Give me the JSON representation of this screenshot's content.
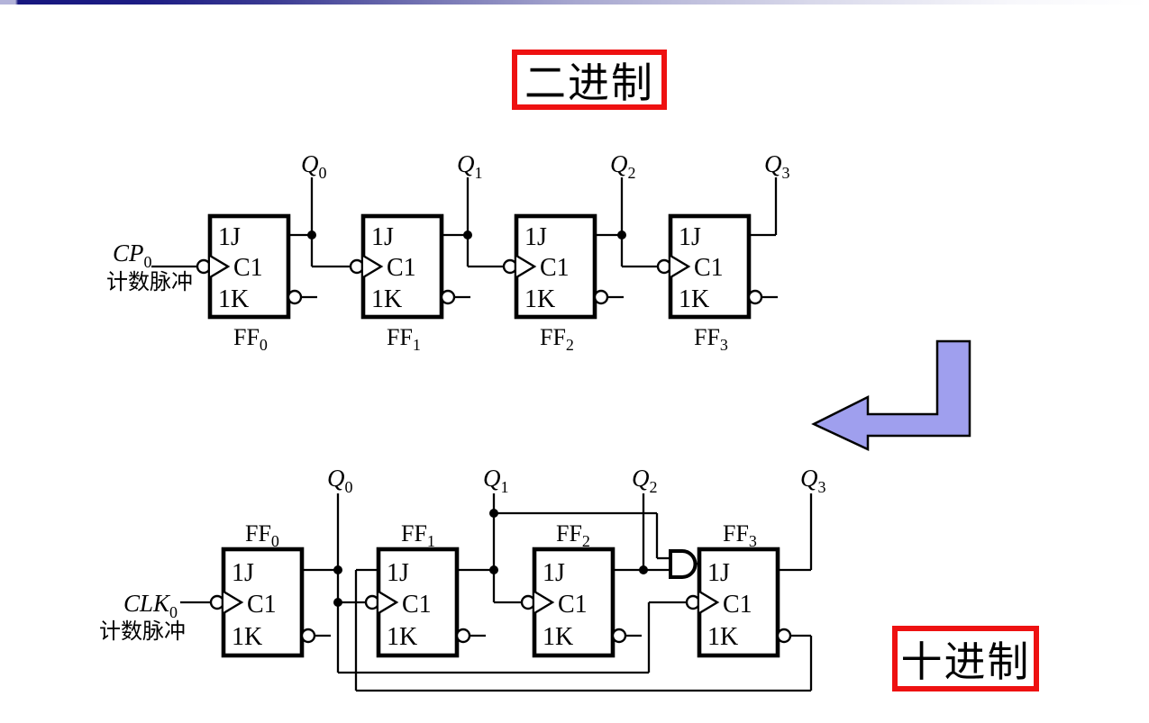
{
  "titles": {
    "binary": "二进制",
    "decimal": "十进制"
  },
  "colors": {
    "title_border": "#ee1111",
    "arrow_fill": "#9f9fee",
    "arrow_stroke": "#000000",
    "topbar_dark": "#17177f",
    "topbar_light": "#b3b3d9"
  },
  "pin_labels": {
    "j": "1J",
    "clk": "C1",
    "k": "1K"
  },
  "binary_circuit": {
    "input": {
      "name": "CP",
      "sub": "0",
      "caption": "计数脉冲"
    },
    "flipflops": [
      {
        "label": "FF",
        "sub": "0"
      },
      {
        "label": "FF",
        "sub": "1"
      },
      {
        "label": "FF",
        "sub": "2"
      },
      {
        "label": "FF",
        "sub": "3"
      }
    ],
    "outputs": [
      {
        "name": "Q",
        "sub": "0"
      },
      {
        "name": "Q",
        "sub": "1"
      },
      {
        "name": "Q",
        "sub": "2"
      },
      {
        "name": "Q",
        "sub": "3"
      }
    ]
  },
  "decimal_circuit": {
    "input": {
      "name": "CLK",
      "sub": "0",
      "caption": "计数脉冲"
    },
    "flipflops": [
      {
        "label": "FF",
        "sub": "0"
      },
      {
        "label": "FF",
        "sub": "1"
      },
      {
        "label": "FF",
        "sub": "2"
      },
      {
        "label": "FF",
        "sub": "3"
      }
    ],
    "outputs": [
      {
        "name": "Q",
        "sub": "0"
      },
      {
        "name": "Q",
        "sub": "1"
      },
      {
        "name": "Q",
        "sub": "2"
      },
      {
        "name": "Q",
        "sub": "3"
      }
    ]
  }
}
